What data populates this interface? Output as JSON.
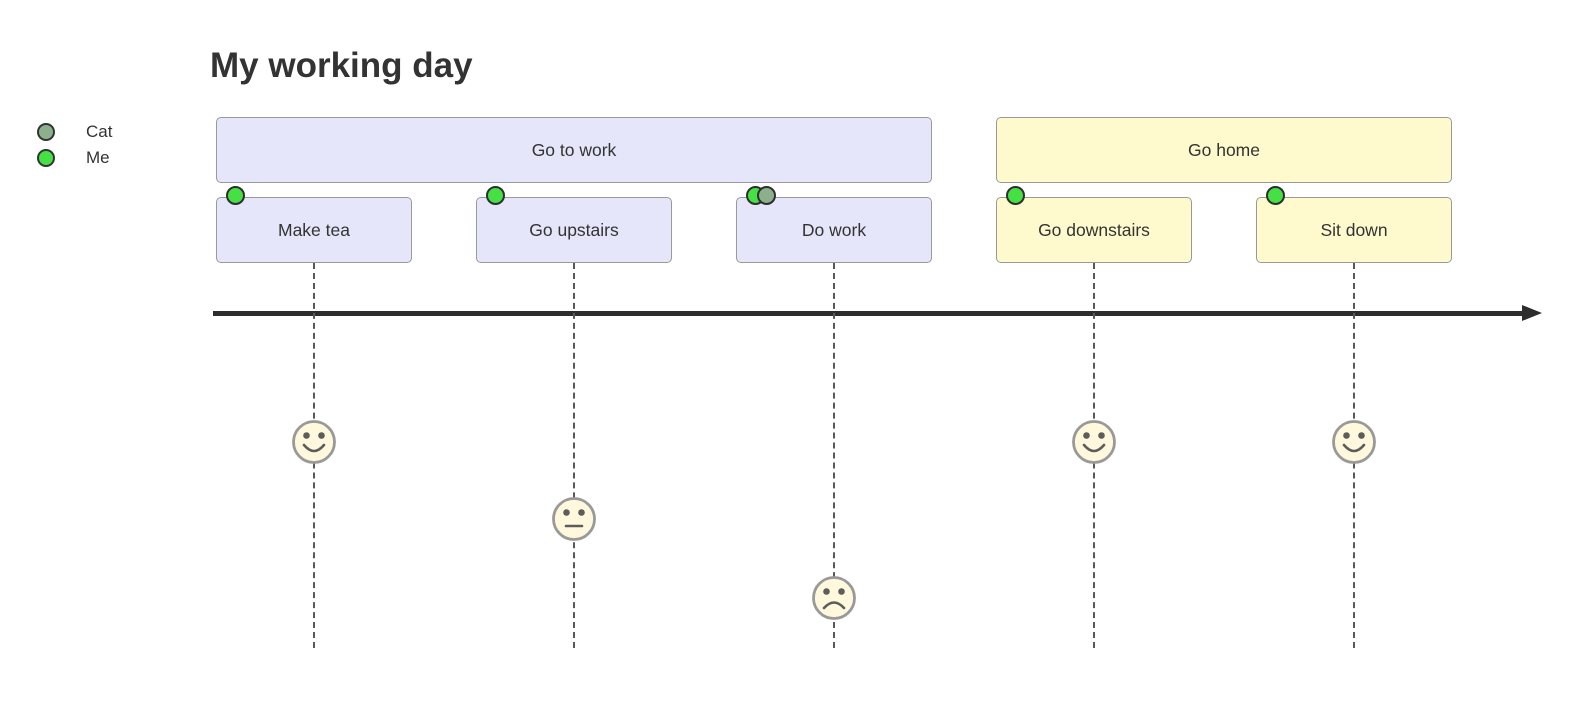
{
  "chart_data": {
    "type": "journey",
    "title": "My working day",
    "score_range": [
      1,
      5
    ],
    "actors": [
      {
        "name": "Cat",
        "color": "#8CB08C"
      },
      {
        "name": "Me",
        "color": "#44E044"
      }
    ],
    "sections": [
      {
        "name": "Go to work",
        "fill": "#E6E6FA",
        "tasks": [
          {
            "task": "Make tea",
            "score": 5,
            "actors": [
              "Me"
            ],
            "mood": "happy"
          },
          {
            "task": "Go upstairs",
            "score": 3,
            "actors": [
              "Me"
            ],
            "mood": "neutral"
          },
          {
            "task": "Do work",
            "score": 1,
            "actors": [
              "Me",
              "Cat"
            ],
            "mood": "sad"
          }
        ]
      },
      {
        "name": "Go home",
        "fill": "#FFFACD",
        "tasks": [
          {
            "task": "Go downstairs",
            "score": 5,
            "actors": [
              "Me"
            ],
            "mood": "happy"
          },
          {
            "task": "Sit down",
            "score": 5,
            "actors": [
              "Me"
            ],
            "mood": "happy"
          }
        ]
      }
    ],
    "layout": {
      "timeline": "horizontal-arrow-right",
      "face_colors": {
        "fill": "#FFF8DC",
        "stroke": "#999999",
        "features": "#5c5c5c"
      },
      "text_color": "#333333"
    }
  }
}
